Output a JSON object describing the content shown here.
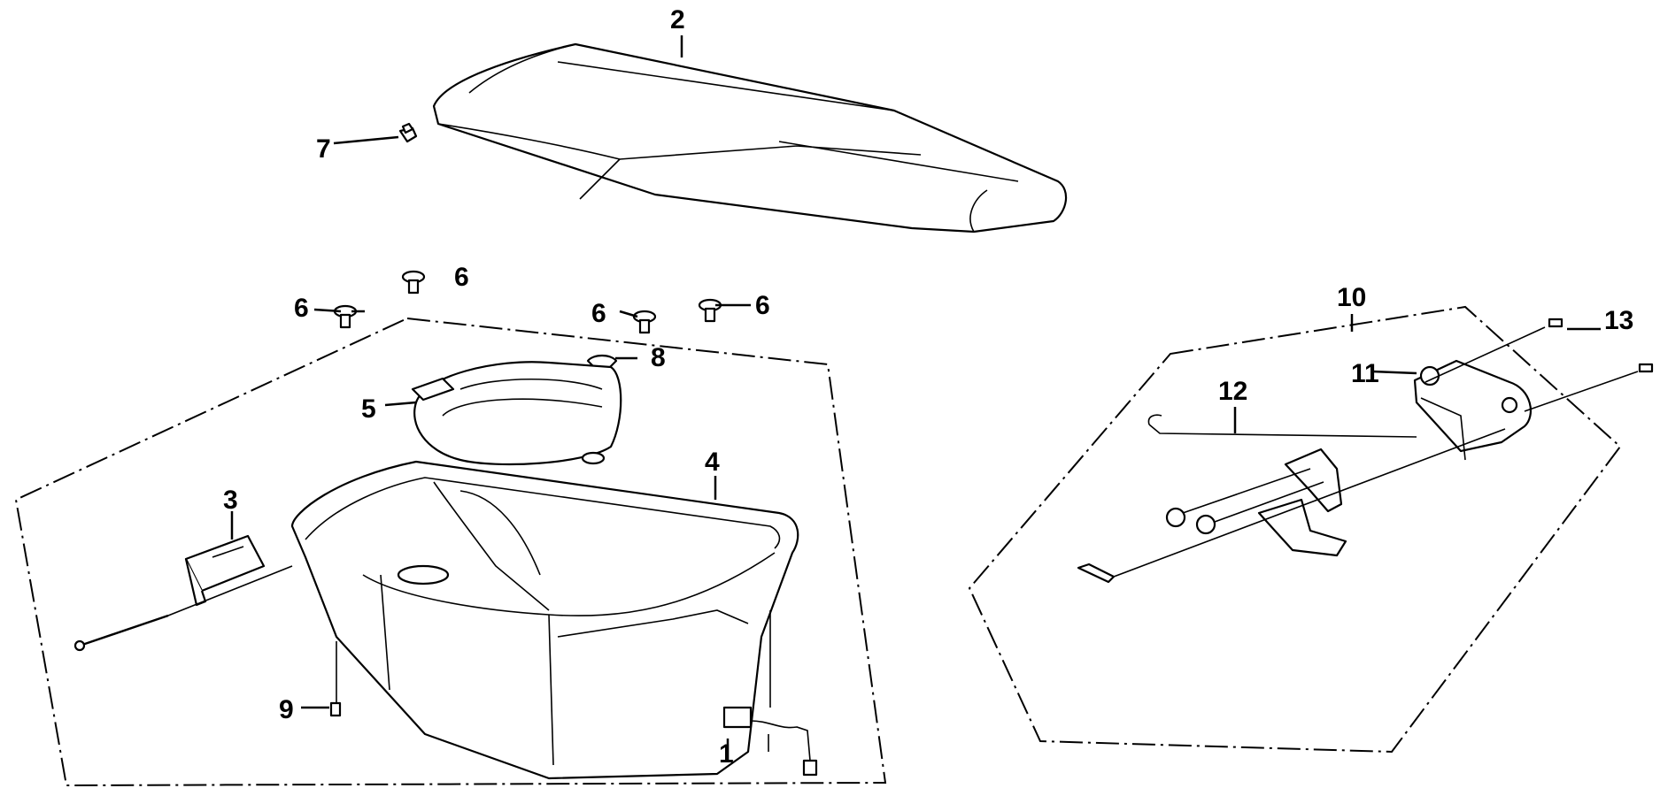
{
  "colors": {
    "line": "#000000",
    "background": "#ffffff"
  },
  "callouts": {
    "c1": "1",
    "c2": "2",
    "c3": "3",
    "c4": "4",
    "c5": "5",
    "c6a": "6",
    "c6b": "6",
    "c6c": "6",
    "c6d": "6",
    "c7": "7",
    "c8": "8",
    "c9": "9",
    "c10": "10",
    "c11": "11",
    "c12": "12",
    "c13": "13"
  }
}
